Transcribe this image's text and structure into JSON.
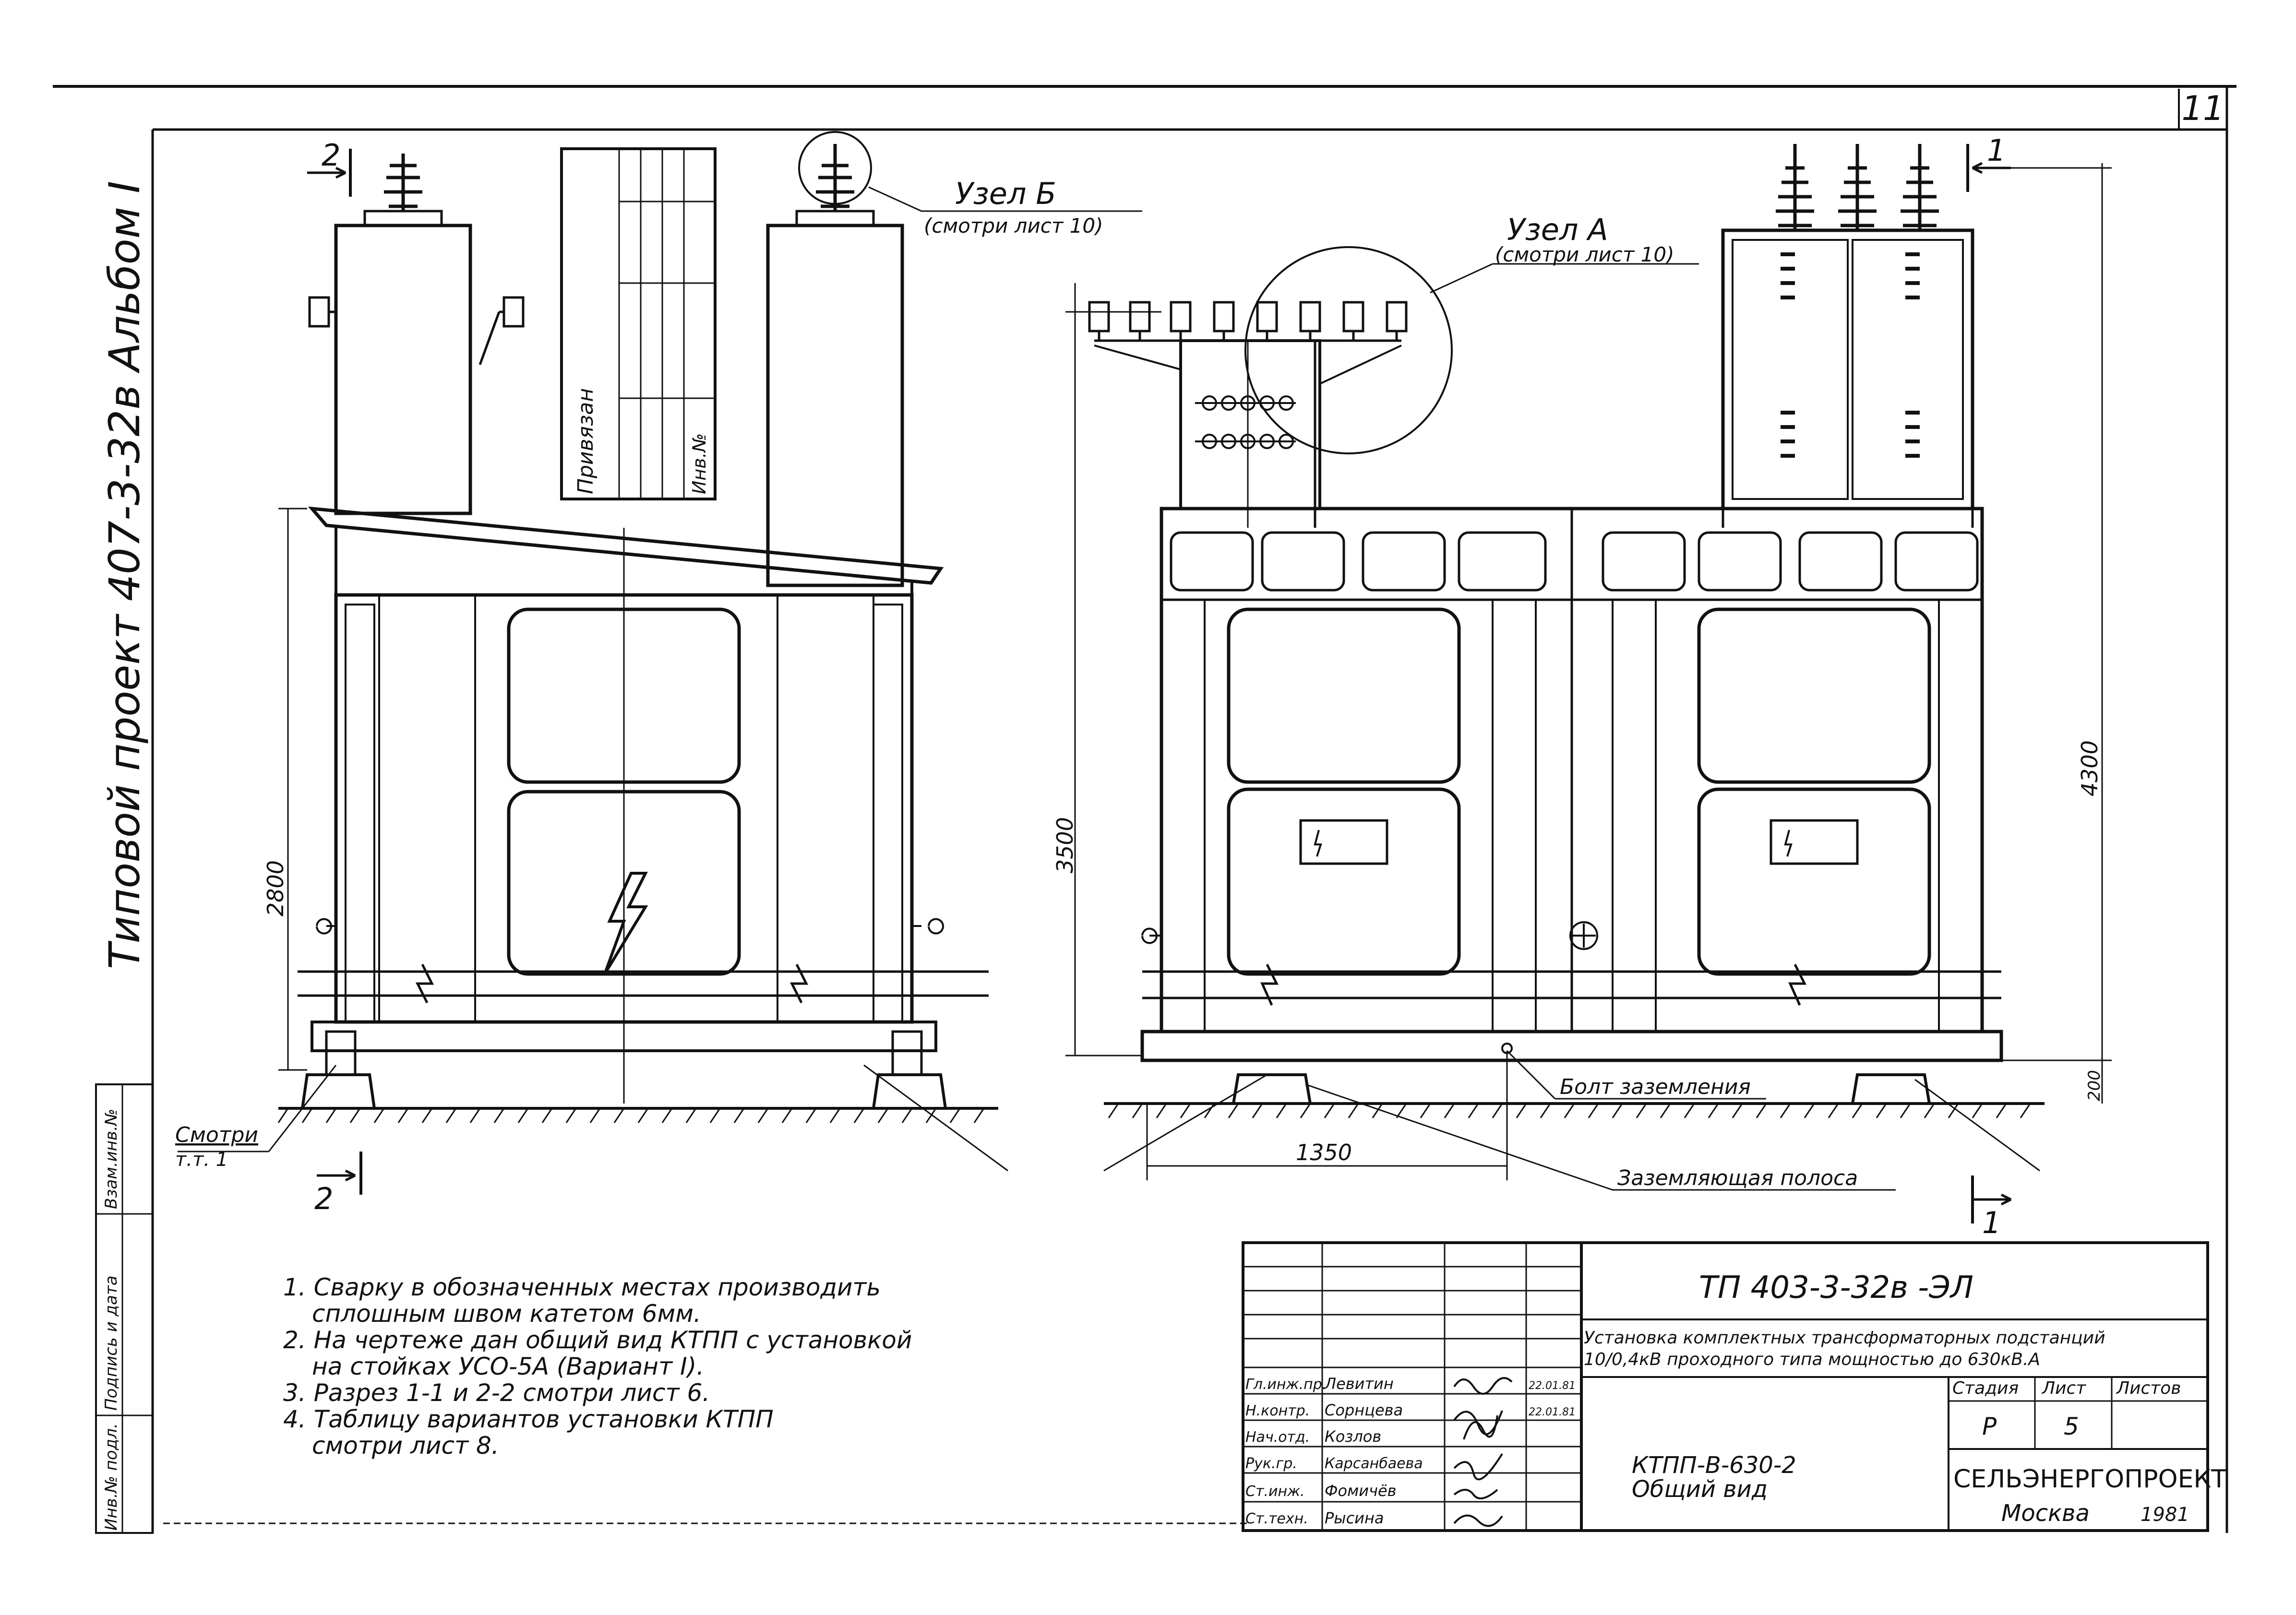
{
  "side_stamp": {
    "title": "Типовой проект 407-3-32в Альбом I",
    "columns": [
      "Инв.№ подл.",
      "Подпись и дата",
      "Взам.инв.№"
    ]
  },
  "page_number": "11",
  "callouts": {
    "node_b": "Узел Б",
    "node_b_ref": "(смотри лист 10)",
    "node_a": "Узел А",
    "node_a_ref": "(смотри лист 10)",
    "ground_bolt": "Болт заземления",
    "ground_strip": "Заземляющая полоса",
    "see_tt1_line1": "Смотри",
    "see_tt1_line2": "т.т. 1"
  },
  "section_marks": {
    "left_top": "2",
    "left_bottom": "2",
    "right_top": "1",
    "right_bottom": "1"
  },
  "dimensions": {
    "left_height": "2800",
    "right_height_1": "3500",
    "right_height_2": "4300",
    "base_height": "200",
    "base_width": "1350"
  },
  "binding_table": {
    "label_1": "Привязан",
    "label_2": "Инв.№"
  },
  "notes": [
    "1. Сварку в обозначенных местах производить",
    "сплошным швом катетом 6мм.",
    "2. На чертеже дан общий вид КТПП с установкой",
    "на стойках УСО-5А (Вариант I).",
    "3. Разрез 1-1 и 2-2 смотри лист 6.",
    "4. Таблицу вариантов установки КТПП",
    "смотри лист 8."
  ],
  "title_block": {
    "doc_code": "ТП 403-3-32в -ЭЛ",
    "description_1": "Установка комплектных трансформаторных подстанций",
    "description_2": "10/0,4кВ проходного типа мощностью до 630кВ.А",
    "drawing_name_1": "КТПП-В-630-2",
    "drawing_name_2": "Общий вид",
    "stage_header": "Стадия",
    "sheet_header": "Лист",
    "sheets_header": "Листов",
    "stage": "Р",
    "sheet": "5",
    "sheets": "",
    "org": "СЕЛЬЭНЕРГОПРОЕКТ",
    "city": "Москва",
    "year": "1981",
    "signatures": [
      {
        "role": "Гл.инж.пр.",
        "name": "Левитин",
        "date": "22.01.81"
      },
      {
        "role": "Н.контр.",
        "name": "Сорнцева",
        "date": "22.01.81"
      },
      {
        "role": "Нач.отд.",
        "name": "Козлов",
        "date": ""
      },
      {
        "role": "Рук.гр.",
        "name": "Карсанбаева",
        "date": ""
      },
      {
        "role": "Ст.инж.",
        "name": "Фомичёв",
        "date": ""
      },
      {
        "role": "Ст.техн.",
        "name": "Рысина",
        "date": ""
      }
    ]
  }
}
